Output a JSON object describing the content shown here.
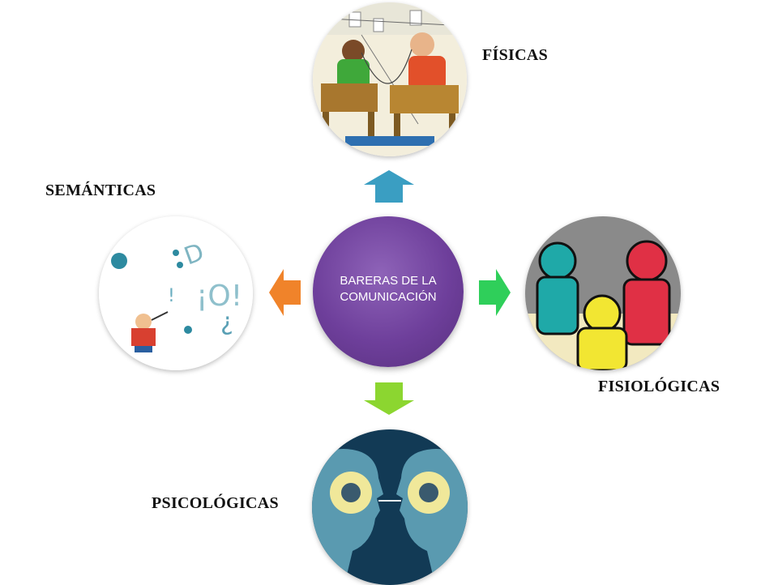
{
  "diagram": {
    "center": {
      "label_line1": "BARERAS DE LA",
      "label_line2": "COMUNICACIÓN",
      "color": "#6e3f9b"
    },
    "nodes": {
      "top": {
        "label": "FÍSICAS",
        "arrow_color": "#3a9ec2",
        "image": "cartoon-two-people-tin-can-telephone"
      },
      "right": {
        "label": "FISIOLÓGICAS",
        "arrow_color": "#2fcf5a",
        "image": "figures-covering-eyes-ears-mouth"
      },
      "bottom": {
        "label": "PSICOLÓGICAS",
        "arrow_color": "#8cd630",
        "image": "two-head-silhouettes-facing"
      },
      "left": {
        "label": "SEMÁNTICAS",
        "arrow_color": "#f0832a",
        "image": "cartoon-person-shouting-punctuation"
      }
    }
  }
}
